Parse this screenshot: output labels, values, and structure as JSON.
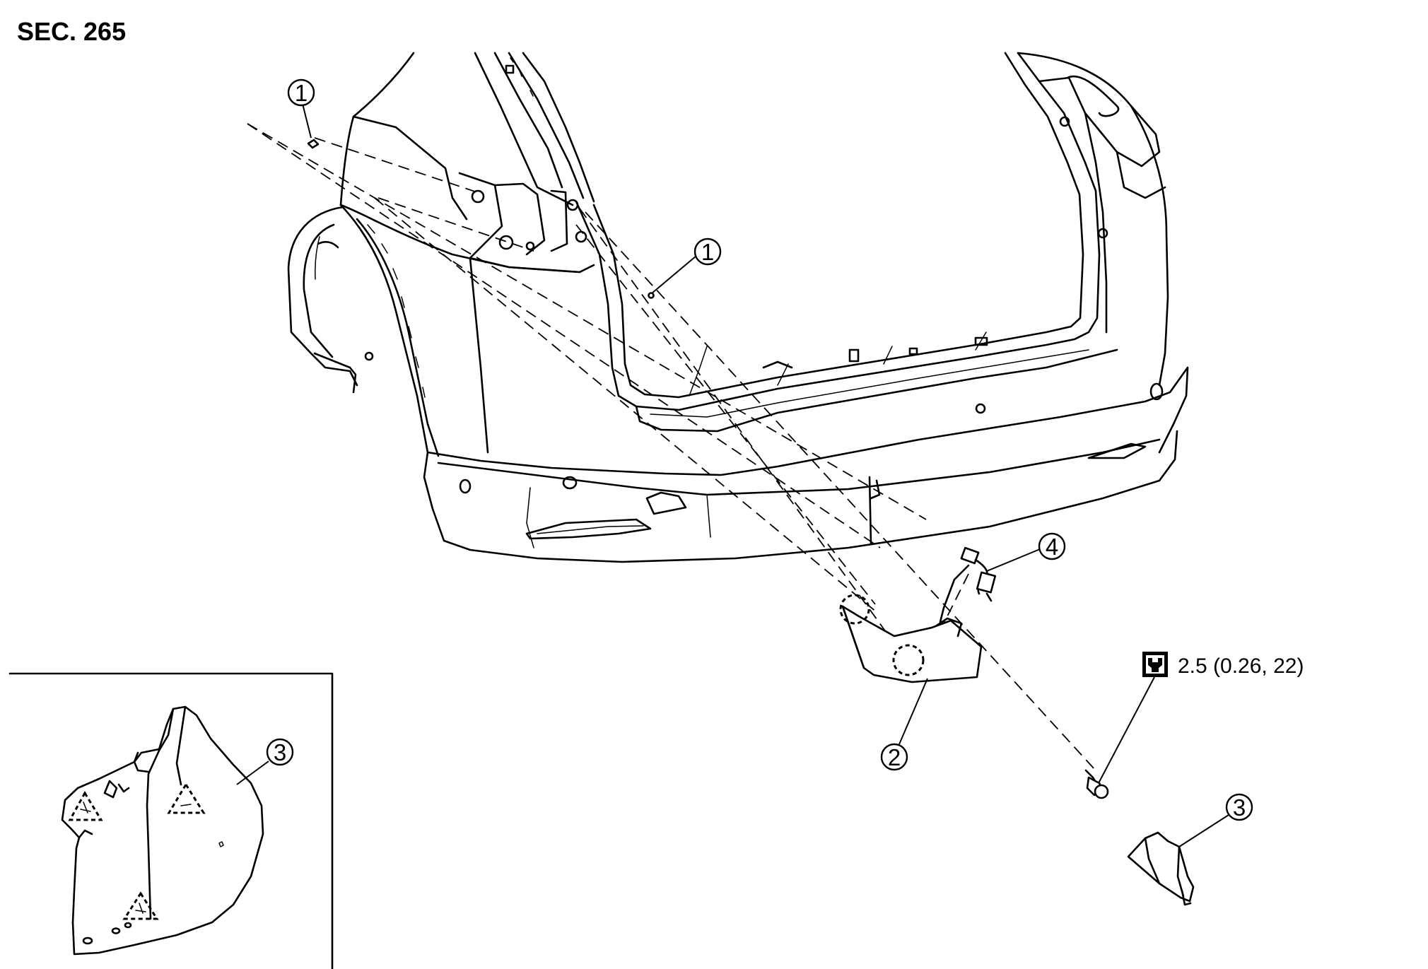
{
  "section_label": "SEC. 265",
  "callouts": {
    "c1a": "1",
    "c1b": "1",
    "c2": "2",
    "c3_detail": "3",
    "c3": "3",
    "c4": "4"
  },
  "torque": {
    "icon": "torque-wrench-icon",
    "value": "2.5 (0.26, 22)"
  },
  "parts": [
    {
      "number": "1",
      "icon": "clip-icon"
    },
    {
      "number": "2",
      "icon": "bumper-side-bracket"
    },
    {
      "number": "3",
      "icon": "fender-protector-extension"
    },
    {
      "number": "4",
      "icon": "sensor-harness-connector"
    }
  ]
}
